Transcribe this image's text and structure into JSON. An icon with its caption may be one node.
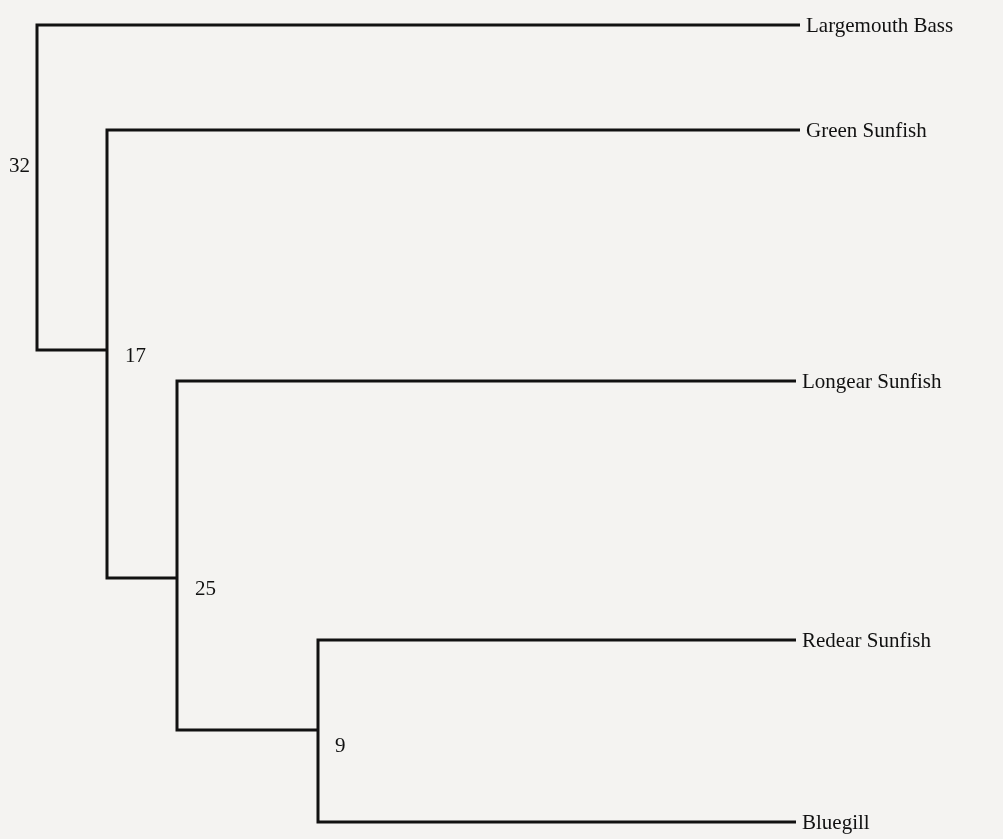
{
  "diagram": {
    "nodes": [
      {
        "text": [
          "32"
        ]
      },
      {
        "text": [
          "Largemouth Bass"
        ]
      },
      {
        "text": [
          "17"
        ]
      },
      {
        "text": [
          "Green Sunfish"
        ]
      },
      {
        "text": [
          "25"
        ]
      },
      {
        "text": [
          "Longear Sunfish"
        ]
      },
      {
        "text": [
          "9"
        ]
      },
      {
        "text": [
          "Redear Sunfish"
        ]
      },
      {
        "text": [
          "Bluegill"
        ]
      }
    ],
    "edges": [
      {
        "from": 0,
        "to": 1,
        "arrow": "none"
      },
      {
        "from": 0,
        "to": 2,
        "arrow": "none"
      },
      {
        "from": 2,
        "to": 3,
        "arrow": "none"
      },
      {
        "from": 2,
        "to": 4,
        "arrow": "none"
      },
      {
        "from": 4,
        "to": 5,
        "arrow": "none"
      },
      {
        "from": 4,
        "to": 6,
        "arrow": "none"
      },
      {
        "from": 6,
        "to": 7,
        "arrow": "none"
      },
      {
        "from": 6,
        "to": 8,
        "arrow": "none"
      }
    ]
  }
}
